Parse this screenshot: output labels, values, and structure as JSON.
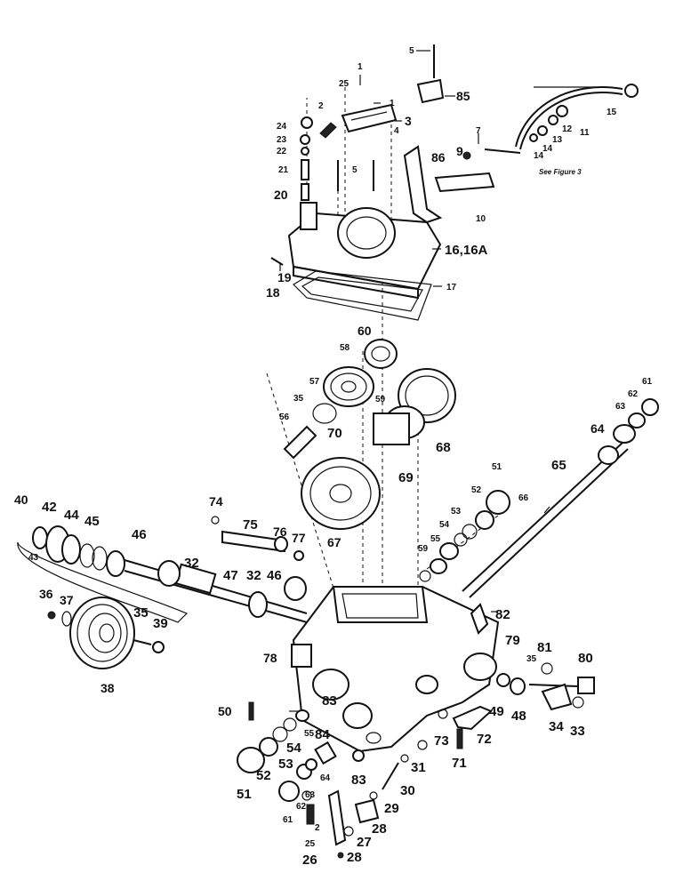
{
  "labels": [
    {
      "id": "5a",
      "text": "5"
    },
    {
      "id": "85",
      "text": "85"
    },
    {
      "id": "1a",
      "text": "1"
    },
    {
      "id": "1b",
      "text": "1"
    },
    {
      "id": "25a",
      "text": "25"
    },
    {
      "id": "2a",
      "text": "2"
    },
    {
      "id": "3",
      "text": "3"
    },
    {
      "id": "4",
      "text": "4"
    },
    {
      "id": "24",
      "text": "24"
    },
    {
      "id": "23",
      "text": "23"
    },
    {
      "id": "22",
      "text": "22"
    },
    {
      "id": "21",
      "text": "21"
    },
    {
      "id": "20",
      "text": "20"
    },
    {
      "id": "5b",
      "text": "5"
    },
    {
      "id": "9",
      "text": "9"
    },
    {
      "id": "7",
      "text": "7"
    },
    {
      "id": "86",
      "text": "86"
    },
    {
      "id": "10",
      "text": "10"
    },
    {
      "id": "15",
      "text": "15"
    },
    {
      "id": "12",
      "text": "12"
    },
    {
      "id": "13",
      "text": "13"
    },
    {
      "id": "14a",
      "text": "14"
    },
    {
      "id": "14b",
      "text": "14"
    },
    {
      "id": "11",
      "text": "11"
    },
    {
      "id": "16",
      "text": "16,16A"
    },
    {
      "id": "17",
      "text": "17"
    },
    {
      "id": "18",
      "text": "18"
    },
    {
      "id": "19",
      "text": "19"
    },
    {
      "id": "60",
      "text": "60"
    },
    {
      "id": "58",
      "text": "58"
    },
    {
      "id": "59",
      "text": "59"
    },
    {
      "id": "57",
      "text": "57"
    },
    {
      "id": "35a",
      "text": "35"
    },
    {
      "id": "56",
      "text": "56"
    },
    {
      "id": "70",
      "text": "70"
    },
    {
      "id": "68",
      "text": "68"
    },
    {
      "id": "69",
      "text": "69"
    },
    {
      "id": "61a",
      "text": "61"
    },
    {
      "id": "62a",
      "text": "62"
    },
    {
      "id": "63a",
      "text": "63"
    },
    {
      "id": "64a",
      "text": "64"
    },
    {
      "id": "65",
      "text": "65"
    },
    {
      "id": "51a",
      "text": "51"
    },
    {
      "id": "52a",
      "text": "52"
    },
    {
      "id": "66",
      "text": "66"
    },
    {
      "id": "53a",
      "text": "53"
    },
    {
      "id": "54a",
      "text": "54"
    },
    {
      "id": "55a",
      "text": "55"
    },
    {
      "id": "59b",
      "text": "59"
    },
    {
      "id": "67",
      "text": "67"
    },
    {
      "id": "74",
      "text": "74"
    },
    {
      "id": "75",
      "text": "75"
    },
    {
      "id": "76",
      "text": "76"
    },
    {
      "id": "77",
      "text": "77"
    },
    {
      "id": "40",
      "text": "40"
    },
    {
      "id": "42",
      "text": "42"
    },
    {
      "id": "44",
      "text": "44"
    },
    {
      "id": "45",
      "text": "45"
    },
    {
      "id": "46a",
      "text": "46"
    },
    {
      "id": "43",
      "text": "43"
    },
    {
      "id": "32a",
      "text": "32"
    },
    {
      "id": "47",
      "text": "47"
    },
    {
      "id": "32b",
      "text": "32"
    },
    {
      "id": "46b",
      "text": "46"
    },
    {
      "id": "36",
      "text": "36"
    },
    {
      "id": "37",
      "text": "37"
    },
    {
      "id": "35b",
      "text": "35"
    },
    {
      "id": "39",
      "text": "39"
    },
    {
      "id": "38",
      "text": "38"
    },
    {
      "id": "82",
      "text": "82"
    },
    {
      "id": "79",
      "text": "79"
    },
    {
      "id": "78",
      "text": "78"
    },
    {
      "id": "81",
      "text": "81"
    },
    {
      "id": "80",
      "text": "80"
    },
    {
      "id": "35c",
      "text": "35"
    },
    {
      "id": "83a",
      "text": "83"
    },
    {
      "id": "50",
      "text": "50"
    },
    {
      "id": "49",
      "text": "49"
    },
    {
      "id": "48",
      "text": "48"
    },
    {
      "id": "34",
      "text": "34"
    },
    {
      "id": "33",
      "text": "33"
    },
    {
      "id": "55b",
      "text": "55"
    },
    {
      "id": "84",
      "text": "84"
    },
    {
      "id": "54b",
      "text": "54"
    },
    {
      "id": "53b",
      "text": "53"
    },
    {
      "id": "52b",
      "text": "52"
    },
    {
      "id": "51b",
      "text": "51"
    },
    {
      "id": "73",
      "text": "73"
    },
    {
      "id": "72",
      "text": "72"
    },
    {
      "id": "71",
      "text": "71"
    },
    {
      "id": "31",
      "text": "31"
    },
    {
      "id": "64b",
      "text": "64"
    },
    {
      "id": "63b",
      "text": "63"
    },
    {
      "id": "83b",
      "text": "83"
    },
    {
      "id": "30",
      "text": "30"
    },
    {
      "id": "61b",
      "text": "61"
    },
    {
      "id": "62b",
      "text": "62"
    },
    {
      "id": "29",
      "text": "29"
    },
    {
      "id": "2b",
      "text": "2"
    },
    {
      "id": "28a",
      "text": "28"
    },
    {
      "id": "27",
      "text": "27"
    },
    {
      "id": "25b",
      "text": "25"
    },
    {
      "id": "26",
      "text": "26"
    },
    {
      "id": "28b",
      "text": "28"
    }
  ],
  "note": "See Figure 3"
}
